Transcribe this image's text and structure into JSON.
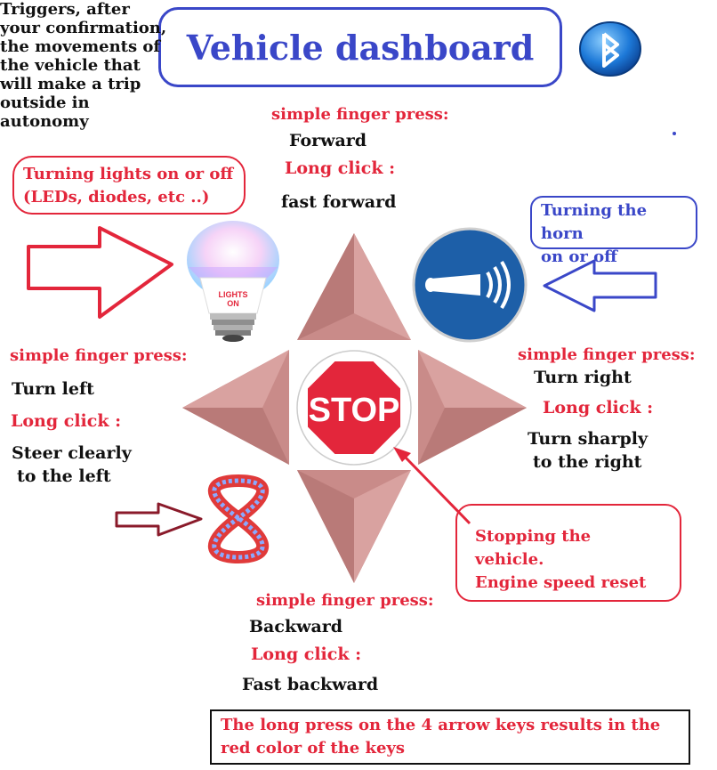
{
  "title": "Vehicle dashboard",
  "icons": {
    "bluetooth": "bluetooth-icon",
    "bulb": "light-bulb-icon",
    "horn": "horn-icon",
    "stop": "stop-sign-icon",
    "loop": "figure-eight-track-icon"
  },
  "bulb_label": [
    "LIGHTS",
    "ON"
  ],
  "stop_label": "STOP",
  "up": {
    "press_label": "simple finger press:",
    "press_action": "Forward",
    "long_label": "Long click :",
    "long_action": "fast forward"
  },
  "left": {
    "press_label": "simple finger press:",
    "press_action": "Turn left",
    "long_label": "Long click :",
    "long_action_1": "Steer clearly",
    "long_action_2": "to the left"
  },
  "right": {
    "press_label": "simple finger press:",
    "press_action": "Turn right",
    "long_label": "Long click :",
    "long_action_1": "Turn sharply",
    "long_action_2": "to the right"
  },
  "down": {
    "press_label": "simple finger press:",
    "press_action": "Backward",
    "long_label": "Long click :",
    "long_action": "Fast  backward"
  },
  "lights_note": {
    "line1": "Turning lights on or off",
    "line2": "(LEDs, diodes, etc ..)"
  },
  "horn_note": {
    "line1": "Turning the horn",
    "line2": "on or off"
  },
  "stop_note": {
    "line1": "Stopping the vehicle.",
    "line2": "Engine speed reset"
  },
  "trip_note": {
    "lines": [
      "Triggers, after",
      "your confirmation,",
      "the movements of",
      "the vehicle that",
      "will make a trip",
      "outside in",
      "autonomy"
    ]
  },
  "bottom_note": {
    "line1": "The long press on the 4 arrow keys results in the",
    "line2": "red color of the keys"
  },
  "colors": {
    "red": "#e3263b",
    "blue": "#3a47c8",
    "arrow": "#c98b89",
    "dark_red": "#8a1a2a"
  }
}
